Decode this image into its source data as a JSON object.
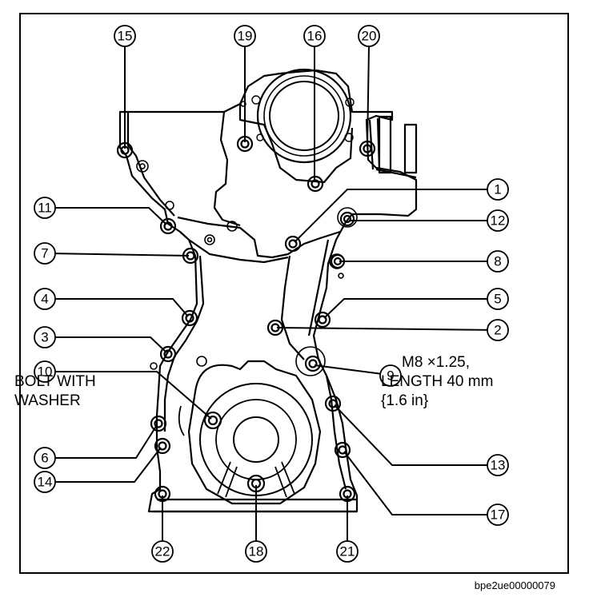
{
  "callouts": [
    {
      "id": "c1",
      "label": "1"
    },
    {
      "id": "c2",
      "label": "2"
    },
    {
      "id": "c3",
      "label": "3"
    },
    {
      "id": "c4",
      "label": "4"
    },
    {
      "id": "c5",
      "label": "5"
    },
    {
      "id": "c6",
      "label": "6"
    },
    {
      "id": "c7",
      "label": "7"
    },
    {
      "id": "c8",
      "label": "8"
    },
    {
      "id": "c9",
      "label": "9"
    },
    {
      "id": "c10",
      "label": "10"
    },
    {
      "id": "c11",
      "label": "11"
    },
    {
      "id": "c12",
      "label": "12"
    },
    {
      "id": "c13",
      "label": "13"
    },
    {
      "id": "c14",
      "label": "14"
    },
    {
      "id": "c15",
      "label": "15"
    },
    {
      "id": "c16",
      "label": "16"
    },
    {
      "id": "c17",
      "label": "17"
    },
    {
      "id": "c18",
      "label": "18"
    },
    {
      "id": "c19",
      "label": "19"
    },
    {
      "id": "c20",
      "label": "20"
    },
    {
      "id": "c21",
      "label": "21"
    },
    {
      "id": "c22",
      "label": "22"
    }
  ],
  "notes": {
    "bolt_line1": "BOLT WITH",
    "bolt_line2": "WASHER",
    "spec_line1": "M8 ×1.25,",
    "spec_line2": "LENGTH 40 mm",
    "spec_line3": "{1.6 in}"
  },
  "figure_id": "bpe2ue00000079"
}
